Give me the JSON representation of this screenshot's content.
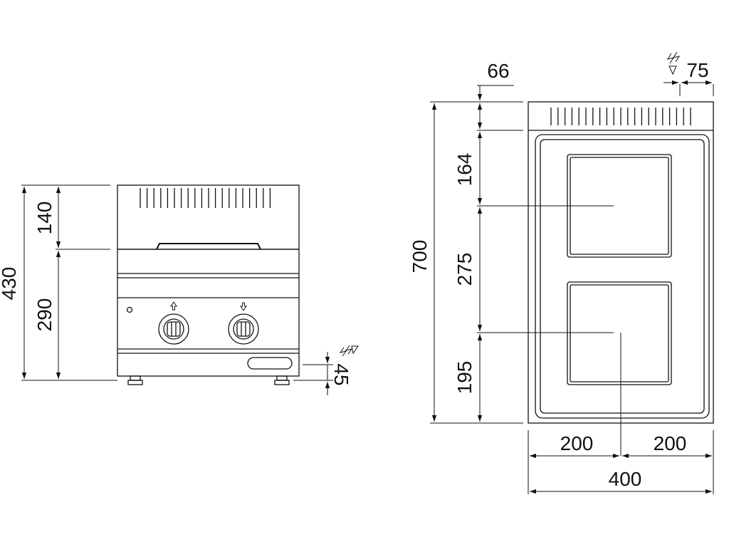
{
  "front_view": {
    "total_height": "430",
    "upper_height": "140",
    "lower_height": "290",
    "feet_height": "45"
  },
  "top_view": {
    "depth": "700",
    "rear_offset": "66",
    "connection_offset": "75",
    "zone_1": "164",
    "zone_2": "275",
    "zone_3": "195",
    "half_left": "200",
    "half_right": "200",
    "width": "400"
  }
}
